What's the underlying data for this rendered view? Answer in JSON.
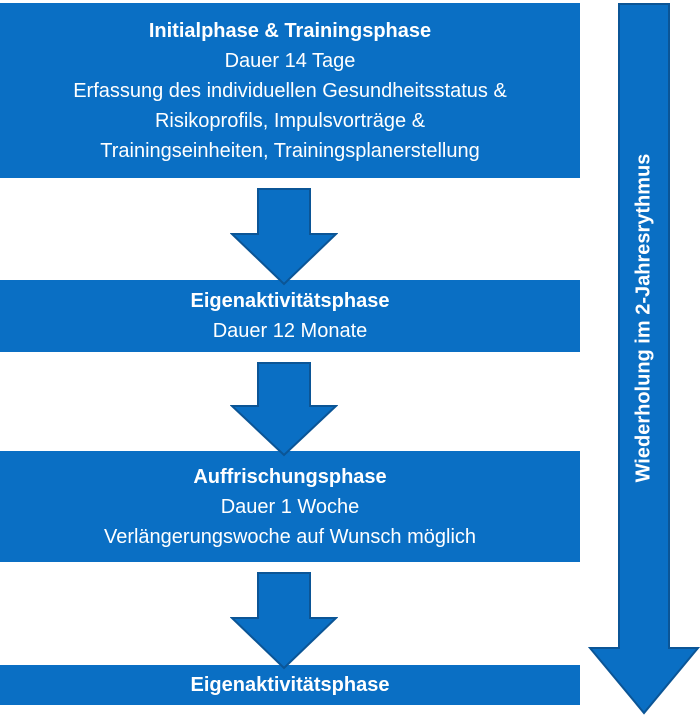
{
  "colors": {
    "box_fill": "#0a6fc4",
    "arrow_fill": "#0a6fc4",
    "arrow_stroke": "#0b5596",
    "text": "#ffffff"
  },
  "phases": [
    {
      "title": "Initialphase & Trainingsphase",
      "lines": [
        "Dauer 14 Tage",
        "Erfassung des individuellen Gesundheitsstatus &",
        "Risikoprofils, Impulsvorträge &",
        "Trainingseinheiten, Trainingsplanerstellung"
      ]
    },
    {
      "title": "Eigenaktivitätsphase",
      "lines": [
        "Dauer 12 Monate"
      ]
    },
    {
      "title": "Auffrischungsphase",
      "lines": [
        "Dauer 1 Woche",
        "Verlängerungswoche auf Wunsch möglich"
      ]
    },
    {
      "title": "Eigenaktivitätsphase",
      "lines": []
    }
  ],
  "side_arrow": {
    "label": "Wiederholung im 2-Jahresrythmus"
  }
}
